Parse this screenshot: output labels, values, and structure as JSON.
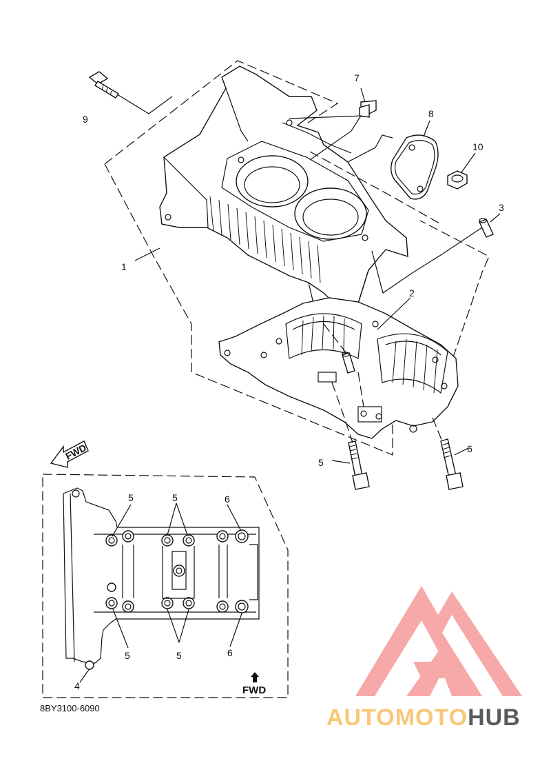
{
  "callouts": [
    {
      "id": "c1",
      "text": "1"
    },
    {
      "id": "c2",
      "text": "2"
    },
    {
      "id": "c3",
      "text": "3"
    },
    {
      "id": "c4",
      "text": "4"
    },
    {
      "id": "c5a",
      "text": "5"
    },
    {
      "id": "c6a",
      "text": "6"
    },
    {
      "id": "c7",
      "text": "7"
    },
    {
      "id": "c8",
      "text": "8"
    },
    {
      "id": "c9",
      "text": "9"
    },
    {
      "id": "c10",
      "text": "10"
    },
    {
      "id": "c5b",
      "text": "5"
    },
    {
      "id": "c5c",
      "text": "5"
    },
    {
      "id": "c6b",
      "text": "6"
    },
    {
      "id": "c5d",
      "text": "5"
    },
    {
      "id": "c5e",
      "text": "5"
    },
    {
      "id": "c6c",
      "text": "6"
    }
  ],
  "fwd_arrow_label": "FWD",
  "fwd_label": "FWD",
  "part_code": "8BY3100-6090",
  "watermark": {
    "part1": "AUTOMOTO",
    "part2": "HUB",
    "color_primary": "#f7a8a8",
    "color_secondary": "#f8c878",
    "color_dark": "#5a5a5a"
  }
}
